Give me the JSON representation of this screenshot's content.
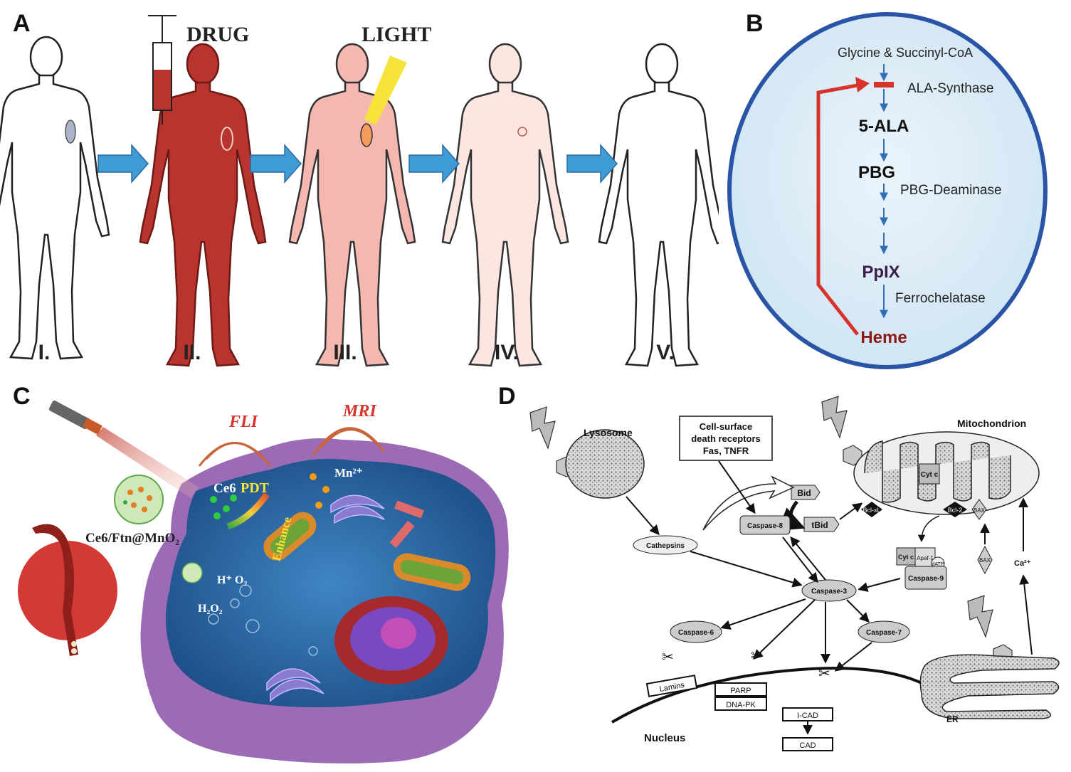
{
  "panel_labels": {
    "a": "A",
    "b": "B",
    "c": "C",
    "d": "D"
  },
  "panelA": {
    "drug": "DRUG",
    "light": "LIGHT",
    "stages": [
      "I.",
      "II.",
      "III.",
      "IV.",
      "V."
    ],
    "colors": {
      "arrow": "#3f9bd6",
      "drug_body": "#b7342f",
      "light_body": "#f4b8b0",
      "light_beam": "#f6e33a"
    }
  },
  "panelB": {
    "start": "Glycine & Succinyl-CoA",
    "ala_synthase": "ALA-Synthase",
    "ala": "5-ALA",
    "pbg": "PBG",
    "pbg_deaminase": "PBG-Deaminase",
    "ppix": "PpIX",
    "ferrochelatase": "Ferrochelatase",
    "heme": "Heme",
    "colors": {
      "ellipse_border": "#2a55a6",
      "feedback": "#d8322a",
      "heme": "#8b1a1a",
      "ppix": "#3b1d4a"
    }
  },
  "panelC": {
    "fli": "FLI",
    "mri": "MRI",
    "ce6": "Ce6",
    "pdt": "PDT",
    "mn": "Mn²⁺",
    "complex": "Ce6/Ftn@MnO₂",
    "enhance": "Enhance",
    "h": "H⁺",
    "o2": "O₂",
    "h2o2": "H₂O₂",
    "colors": {
      "cell_membrane": "#9b6bb5",
      "cytoplasm": "#2f6fb0",
      "tumor": "#d43a34",
      "label_red": "#d8322a"
    }
  },
  "panelD": {
    "lysosome": "Lysosome",
    "receptors": [
      "Cell-surface",
      "death receptors",
      "Fas, TNFR"
    ],
    "mitochondrion": "Mitochondrion",
    "bid": "Bid",
    "tbid": "tBid",
    "caspase8": "Caspase-8",
    "cathepsins": "Cathepsins",
    "cytc": "Cyt c",
    "bclxl": "Bcl-xL",
    "bcl2": "Bcl-2",
    "bax": "BAX",
    "apaf1": "Apaf-1",
    "datp": "dATP",
    "caspase9": "Caspase-9",
    "caspase3": "Caspase-3",
    "caspase6": "Caspase-6",
    "caspase7": "Caspase-7",
    "ca": "Ca²⁺",
    "lamins": "Lamins",
    "parp": "PARP",
    "dnapk": "DNA-PK",
    "icad": "I-CAD",
    "cad": "CAD",
    "nucleus": "Nucleus",
    "er": "ER"
  }
}
